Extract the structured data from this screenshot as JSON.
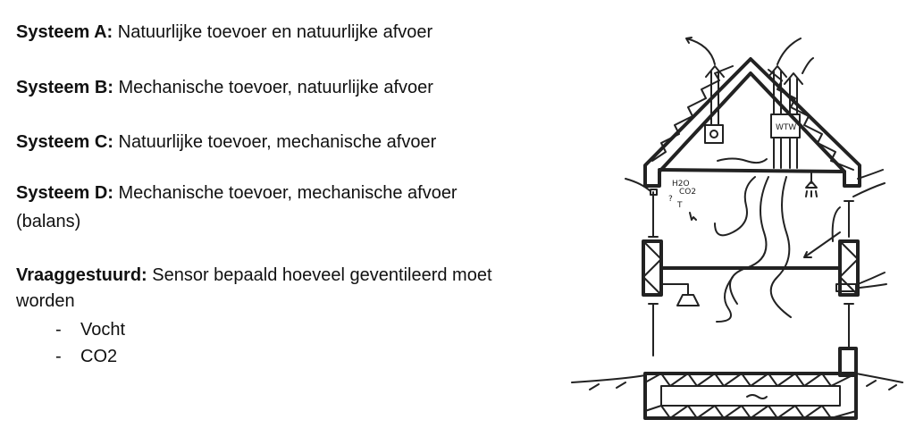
{
  "systems": [
    {
      "label": "Systeem A:",
      "text": " Natuurlijke toevoer en natuurlijke afvoer"
    },
    {
      "label": "Systeem B:",
      "text": " Mechanische toevoer, natuurlijke afvoer"
    },
    {
      "label": "Systeem C:",
      "text": " Natuurlijke toevoer, mechanische afvoer"
    },
    {
      "label": "Systeem D:",
      "text": " Mechanische toevoer, mechanische afvoer",
      "text2": "(balans)"
    }
  ],
  "demand": {
    "label": "Vraaggestuurd:",
    "text": " Sensor bepaald hoeveel geventileerd moet",
    "text2": "worden",
    "items": [
      "Vocht",
      "CO2"
    ]
  },
  "sketch": {
    "wtw_label": "WTW",
    "sensor_labels": [
      "H2O",
      "CO2",
      "?",
      "T"
    ]
  }
}
